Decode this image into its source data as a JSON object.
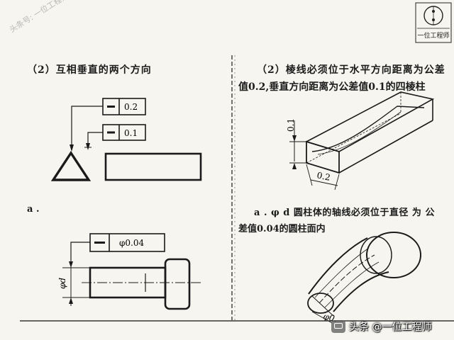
{
  "texts": {
    "left_heading": "（2）互相垂直的两个方向",
    "left_label_a": "a .",
    "right_heading_line1": "（2）棱线必须位于水平方向距离为公差",
    "right_heading_line2": "值0.2,垂直方向距离为公差值0.1的四棱柱",
    "right_heading_a_line1": "a . φ d 圆柱体的轴线必须位于直径 为 公",
    "right_heading_a_line2": "差值0.04的圆柱面内"
  },
  "frames": {
    "top_tolerance": "0.2",
    "mid_tolerance": "0.1",
    "cyl_tolerance": "φ0.04",
    "symbol": "—"
  },
  "dimensions": {
    "dia_d": "φd",
    "prism_v": "0.1",
    "prism_h": "0.2",
    "curve_dia": "φ0."
  },
  "watermarks": {
    "side": "头条号: 一位工程师",
    "logo": "一位工程师",
    "brand": "头条 @一位工程师"
  }
}
